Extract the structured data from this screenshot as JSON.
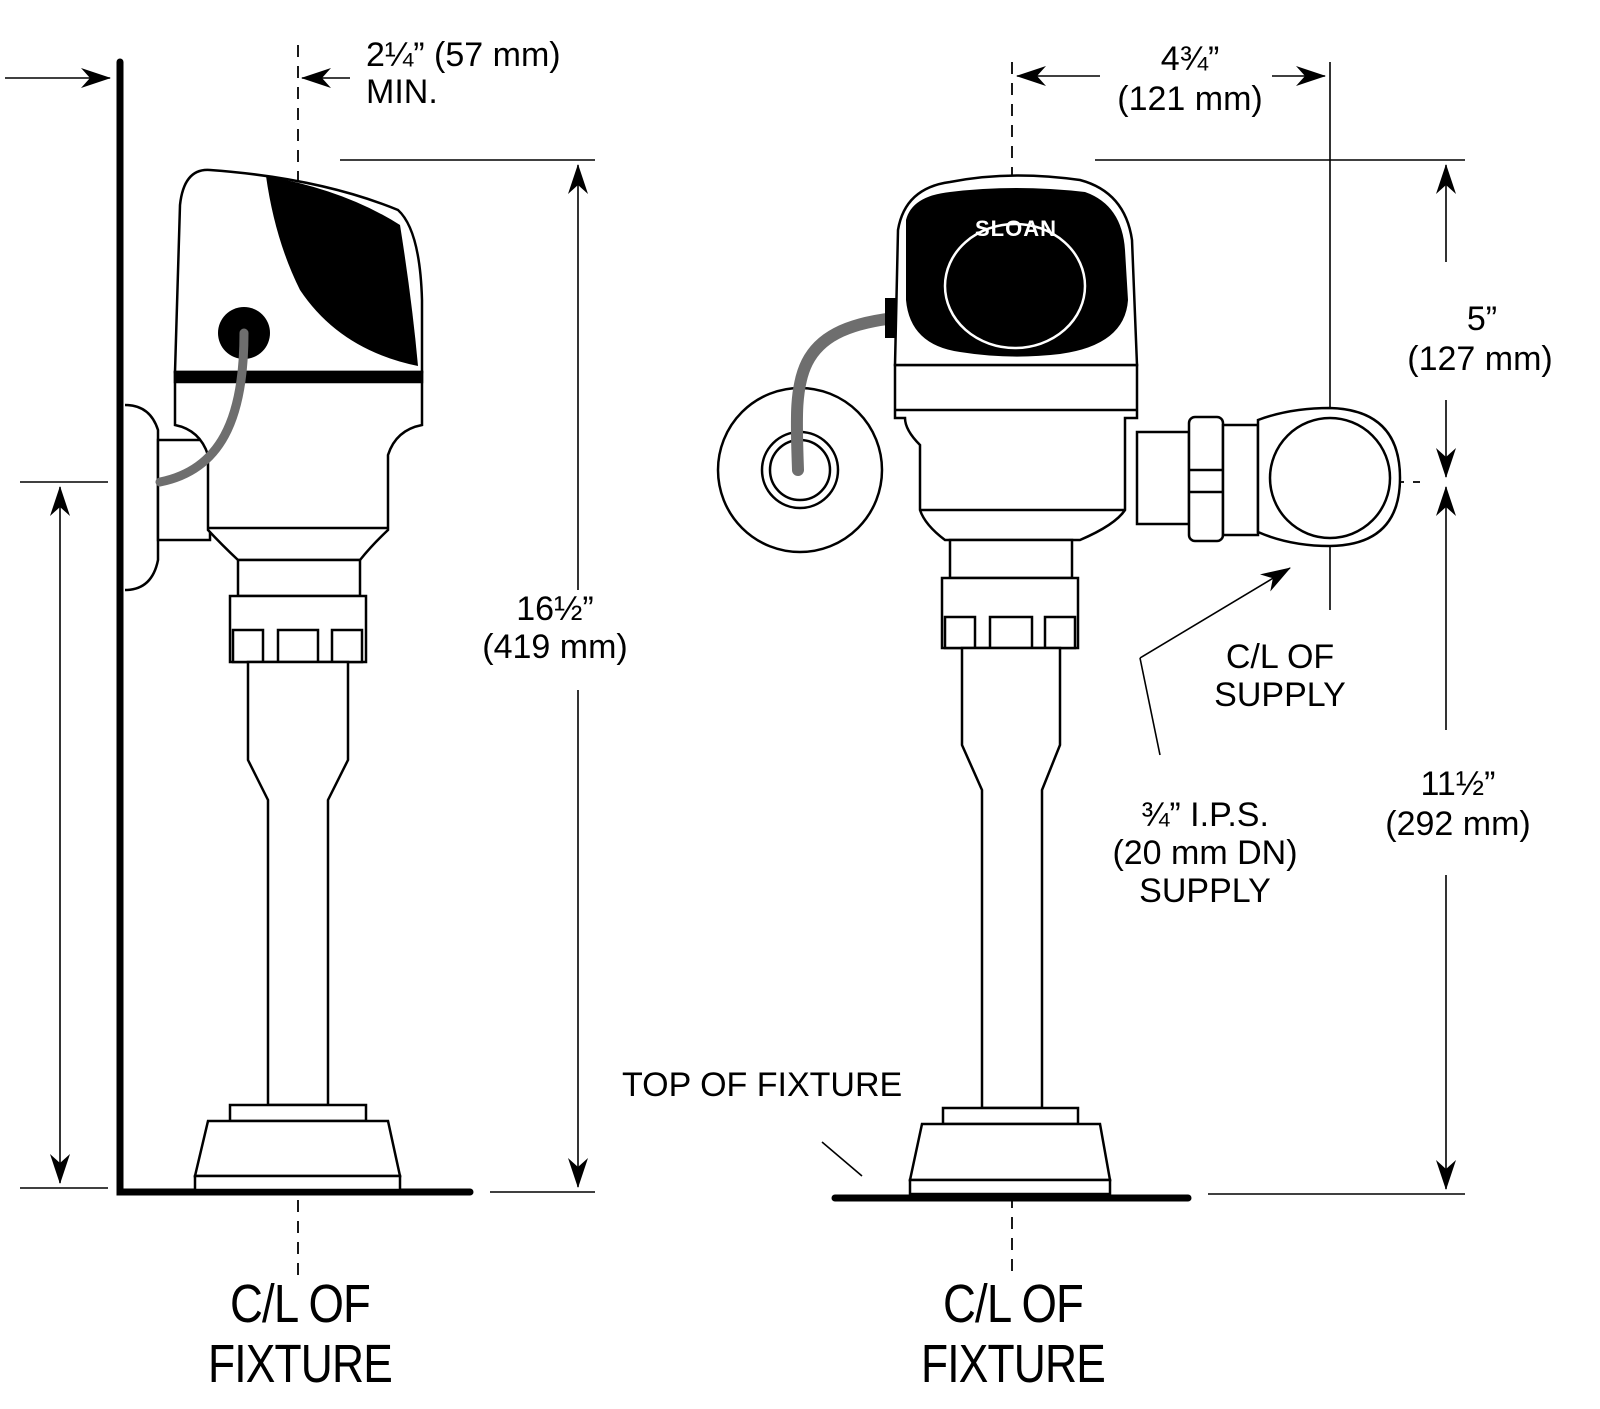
{
  "left_view": {
    "dim_offset": "2¼” (57 mm)",
    "dim_offset_note": "MIN.",
    "dim_height": "16½”",
    "dim_height_mm": "(419 mm)",
    "centerline_1": "C/L OF",
    "centerline_2": "FIXTURE"
  },
  "right_view": {
    "dim_width": "4¾”",
    "dim_width_mm": "(121 mm)",
    "dim_upper": "5”",
    "dim_upper_mm": "(127 mm)",
    "dim_lower": "11½”",
    "dim_lower_mm": "(292 mm)",
    "brand": "SLOAN",
    "supply_cl_1": "C/L OF",
    "supply_cl_2": "SUPPLY",
    "supply_size_1": "¾” I.P.S.",
    "supply_size_2": "(20 mm DN)",
    "supply_size_3": "SUPPLY",
    "fixture_top": "TOP OF FIXTURE",
    "centerline_1": "C/L OF",
    "centerline_2": "FIXTURE"
  },
  "colors": {
    "ink": "#000000",
    "cable": "#6e6e6e",
    "paper": "#ffffff"
  },
  "icons": [
    "arrowhead-icon"
  ]
}
